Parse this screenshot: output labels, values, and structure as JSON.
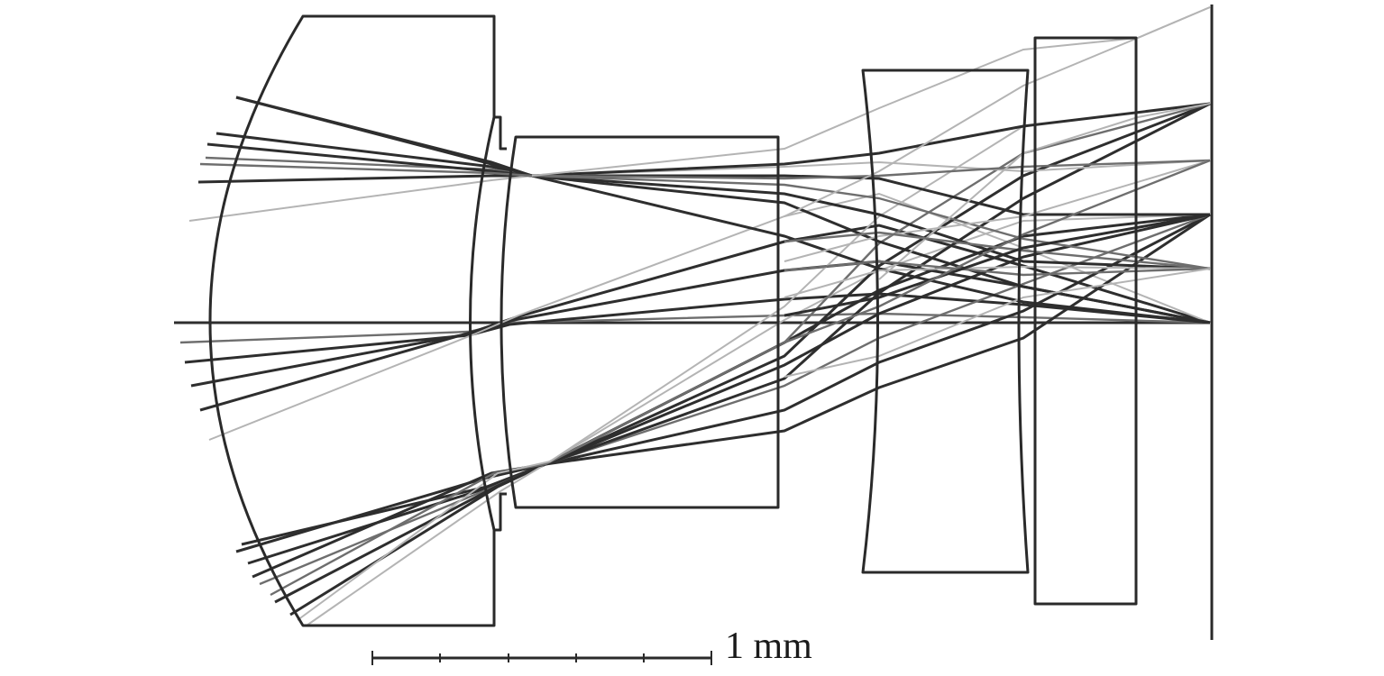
{
  "scale_bar": {
    "label": "1 mm",
    "divisions": 5
  },
  "colors": {
    "line": "#2a2a2a",
    "ray_dark": "#2e2e2e",
    "ray_mid": "#6e6e6e",
    "ray_light": "#b4b4b4",
    "background": "#ffffff"
  },
  "components": [
    "front-meniscus-lens",
    "aperture-stop",
    "second-lens",
    "third-lens",
    "filter-plate",
    "image-plane"
  ]
}
